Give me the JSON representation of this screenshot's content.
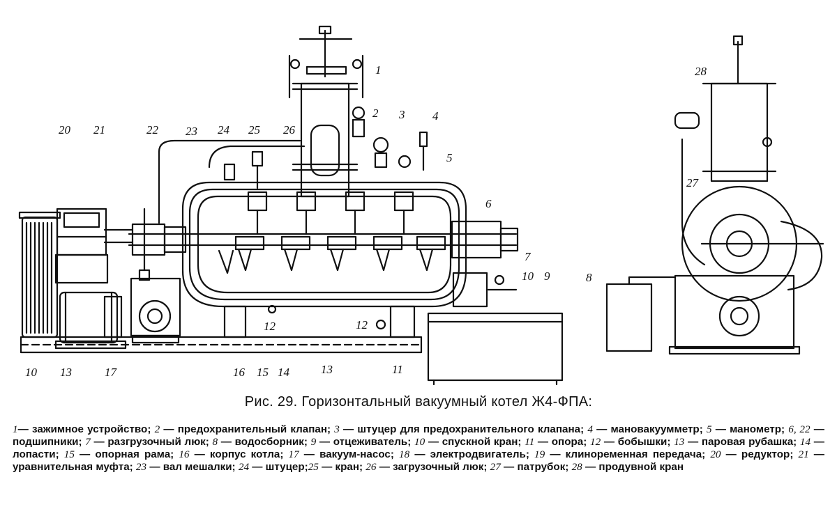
{
  "caption": {
    "title": "Рис. 29. Горизонтальный вакуумный котел Ж4-ФПА:"
  },
  "callouts": [
    "1",
    "2",
    "3",
    "4",
    "5",
    "6",
    "7",
    "8",
    "9",
    "10",
    "10",
    "13",
    "17",
    "16",
    "15",
    "14",
    "13",
    "12",
    "12",
    "11",
    "20",
    "21",
    "22",
    "23",
    "24",
    "25",
    "26",
    "27",
    "28"
  ],
  "legend": [
    {
      "n": "1",
      "t": "— зажимное устройство; "
    },
    {
      "n": "2",
      "t": " — предохранительный клапан; "
    },
    {
      "n": "3",
      "t": " — штуцер для предохранительного клапана; "
    },
    {
      "n": "4",
      "t": " — мановакуумметр; "
    },
    {
      "n": "5",
      "t": " — манометр; "
    },
    {
      "n": "6, 22",
      "t": " — подшипники; "
    },
    {
      "n": "7",
      "t": " — разгрузочный люк; "
    },
    {
      "n": "8",
      "t": " — водосборник; "
    },
    {
      "n": "9",
      "t": " — отцеживатель; "
    },
    {
      "n": "10",
      "t": " — спускной кран; "
    },
    {
      "n": "11",
      "t": " — опора; "
    },
    {
      "n": "12",
      "t": " — бобышки; "
    },
    {
      "n": "13",
      "t": " — паровая рубашка; "
    },
    {
      "n": "14",
      "t": " — лопасти; "
    },
    {
      "n": "15",
      "t": " — опорная рама; "
    },
    {
      "n": "16",
      "t": " — корпус котла; "
    },
    {
      "n": "17",
      "t": " — вакуум-насос; "
    },
    {
      "n": "18",
      "t": " — электродвигатель; "
    },
    {
      "n": "19",
      "t": " — клиноременная передача; "
    },
    {
      "n": "20",
      "t": " — редуктор; "
    },
    {
      "n": "21",
      "t": " — уравнительная муфта; "
    },
    {
      "n": "23",
      "t": " — вал мешалки; "
    },
    {
      "n": "24",
      "t": " — штуцер;"
    },
    {
      "n": "25",
      "t": " — кран; "
    },
    {
      "n": "26",
      "t": " — загрузочный люк; "
    },
    {
      "n": "27",
      "t": " — патрубок; "
    },
    {
      "n": "28",
      "t": " — продувной кран"
    }
  ]
}
